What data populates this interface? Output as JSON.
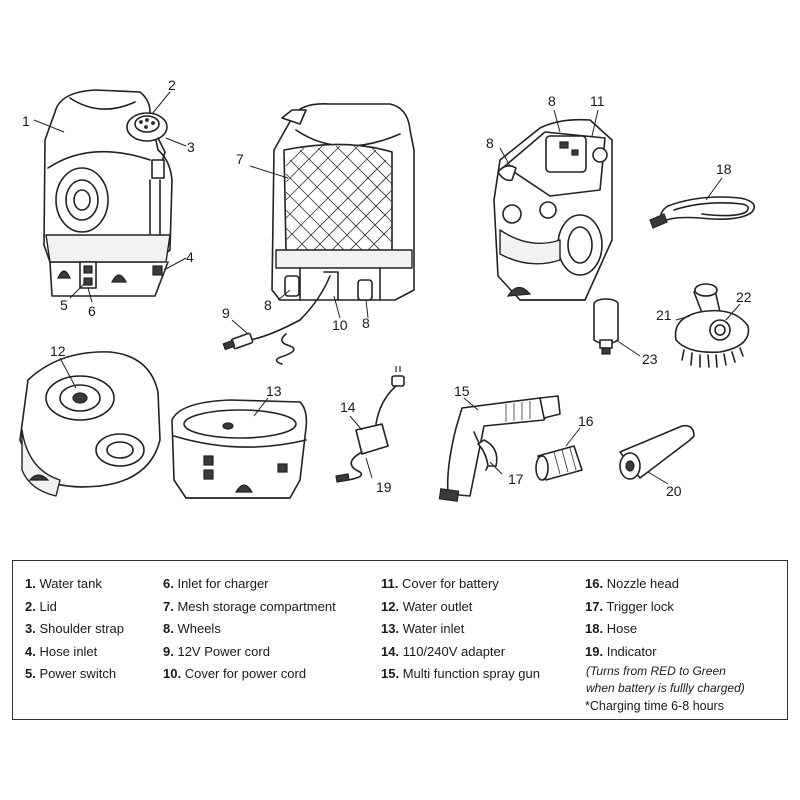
{
  "callouts": [
    "1",
    "2",
    "3",
    "4",
    "5",
    "6",
    "7",
    "8",
    "8",
    "10",
    "8",
    "8",
    "11",
    "18",
    "21",
    "22",
    "23",
    "12",
    "13",
    "14",
    "19",
    "15",
    "17",
    "16",
    "20",
    "9"
  ],
  "legend": {
    "col1": [
      {
        "num": "1.",
        "label": "Water tank"
      },
      {
        "num": "2.",
        "label": "Lid"
      },
      {
        "num": "3.",
        "label": "Shoulder strap"
      },
      {
        "num": "4.",
        "label": "Hose inlet"
      },
      {
        "num": "5.",
        "label": "Power switch"
      }
    ],
    "col2": [
      {
        "num": "6.",
        "label": "Inlet for charger"
      },
      {
        "num": "7.",
        "label": "Mesh storage compartment"
      },
      {
        "num": "8.",
        "label": "Wheels"
      },
      {
        "num": "9.",
        "label": "12V Power cord"
      },
      {
        "num": "10.",
        "label": "Cover for power cord"
      }
    ],
    "col3": [
      {
        "num": "11.",
        "label": "Cover for battery"
      },
      {
        "num": "12.",
        "label": "Water outlet"
      },
      {
        "num": "13.",
        "label": "Water inlet"
      },
      {
        "num": "14.",
        "label": "110/240V adapter"
      },
      {
        "num": "15.",
        "label": "Multi function spray gun"
      }
    ],
    "col4": [
      {
        "num": "16.",
        "label": "Nozzle head"
      },
      {
        "num": "17.",
        "label": "Trigger lock"
      },
      {
        "num": "18.",
        "label": "Hose"
      },
      {
        "num": "19.",
        "label": "Indicator"
      }
    ],
    "note_line1": "(Turns from RED to Green",
    "note_line2": "when battery is fullly charged)",
    "charging_note": "*Charging time 6-8 hours"
  }
}
